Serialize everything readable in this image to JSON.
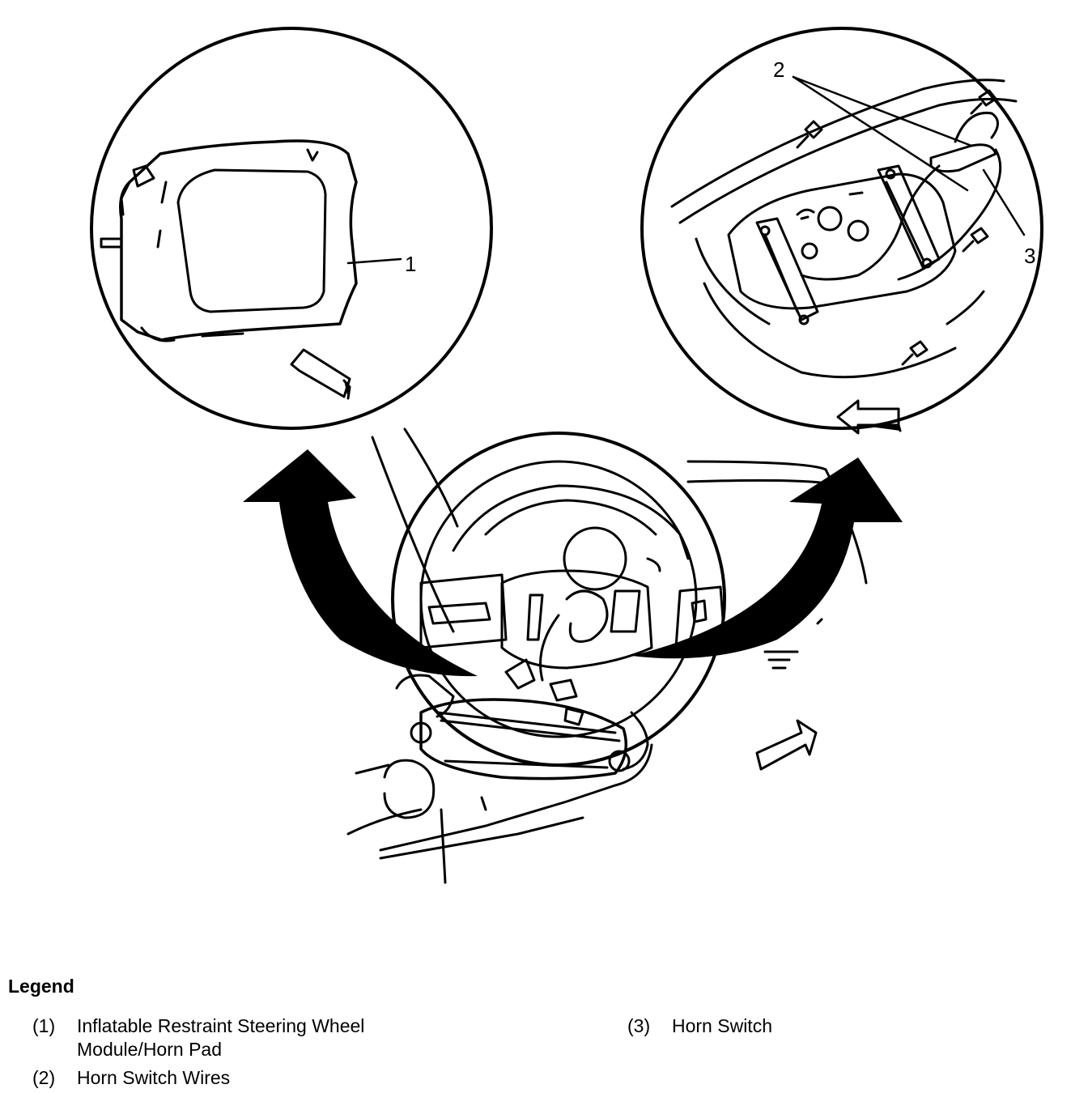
{
  "callouts": {
    "c1": "1",
    "c2": "2",
    "c3": "3"
  },
  "legend": {
    "title": "Legend",
    "items": [
      {
        "num": "(1)",
        "line1": "Inflatable Restraint Steering Wheel",
        "line2": "Module/Horn Pad"
      },
      {
        "num": "(2)",
        "line1": "Horn Switch Wires"
      },
      {
        "num": "(3)",
        "line1": "Horn Switch"
      }
    ]
  }
}
